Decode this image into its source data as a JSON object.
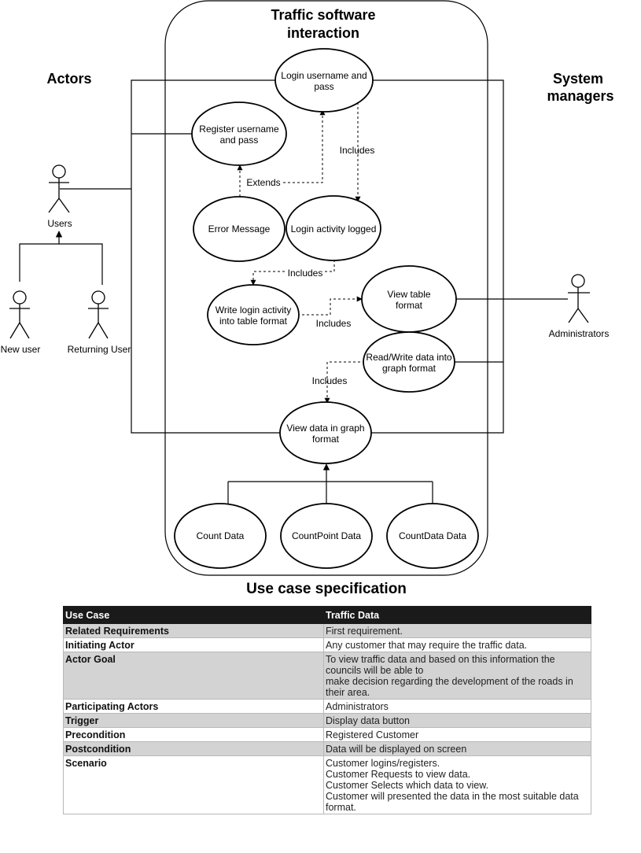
{
  "diagram": {
    "system_title_line1": "Traffic software",
    "system_title_line2": "interaction",
    "actors_heading": "Actors",
    "managers_heading_line1": "System",
    "managers_heading_line2": "managers",
    "actors": {
      "users": "Users",
      "new_user": "New user",
      "returning_user": "Returning User",
      "administrators": "Administrators"
    },
    "use_cases": {
      "login": [
        "Login username and",
        "pass"
      ],
      "register": [
        "Register username",
        "and pass"
      ],
      "error": [
        "Error Message"
      ],
      "login_logged": [
        "Login activity logged"
      ],
      "write_table": [
        "Write login activity",
        "into table format"
      ],
      "view_table": [
        "View table",
        "format"
      ],
      "readwrite_graph": [
        "Read/Write data into",
        "graph format"
      ],
      "view_graph": [
        "View data in graph",
        "format"
      ],
      "count_data": [
        "Count Data"
      ],
      "countpoint_data": [
        "CountPoint Data"
      ],
      "countdata_data": [
        "CountData Data"
      ]
    },
    "relations": {
      "extends": "Extends",
      "includes_1": "Includes",
      "includes_2": "Includes",
      "includes_3": "Includes",
      "includes_4": "Includes"
    }
  },
  "spec": {
    "title": "Use case specification",
    "header": [
      "Use Case",
      "Traffic Data"
    ],
    "rows": [
      {
        "key": "Related Requirements",
        "value": "First requirement.",
        "shade": true
      },
      {
        "key": "Initiating Actor",
        "value": "Any customer that may require the traffic data.",
        "shade": false
      },
      {
        "key": "Actor Goal",
        "value": "To view traffic data and based on this information the councils will be able to\nmake decision regarding the development of the roads in their area.",
        "shade": true
      },
      {
        "key": "Participating Actors",
        "value": "Administrators",
        "shade": false
      },
      {
        "key": "Trigger",
        "value": "Display data button",
        "shade": true
      },
      {
        "key": "Precondition",
        "value": "Registered Customer",
        "shade": false
      },
      {
        "key": "Postcondition",
        "value": "Data will be displayed on screen",
        "shade": true
      },
      {
        "key": "Scenario",
        "value": "Customer logins/registers.\nCustomer Requests to view data.\nCustomer Selects which data to view.\nCustomer will presented the data in the most suitable data format.",
        "shade": false
      }
    ]
  }
}
